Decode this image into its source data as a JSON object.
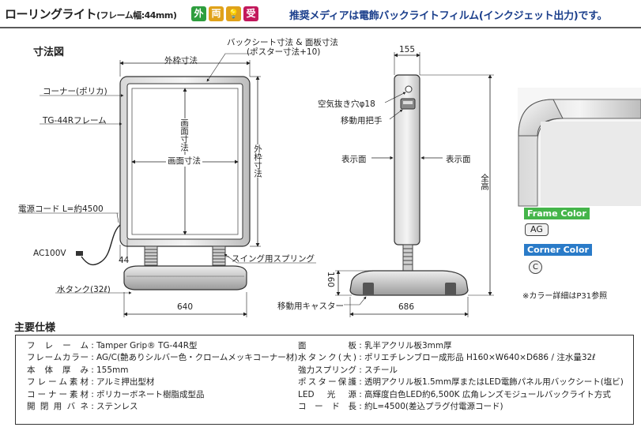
{
  "header": {
    "title_main": "ローリングライト",
    "title_sub": "(フレーム幅:44mm)",
    "badges": [
      {
        "label": "外",
        "color": "#2e9e3e"
      },
      {
        "label": "両",
        "color": "#e0a21a"
      },
      {
        "label": "💡",
        "color": "#e0a21a"
      },
      {
        "label": "受",
        "color": "#c2185b"
      }
    ],
    "recommended": "推奨メディアは電飾バックライトフィルム(インクジェット出力)です。"
  },
  "diagram": {
    "heading": "寸法図",
    "labels": {
      "backsheet": "バックシート寸法 & 面板寸法",
      "poster": "(ポスター寸法+10)",
      "outer_w": "外枠寸法",
      "outer_h": "外枠寸法",
      "corner": "コーナー(ポリカ)",
      "frame": "TG-44Rフレーム",
      "screen": "画面寸法",
      "screen_v": "画面寸法",
      "cord": "電源コード L=約4500",
      "ac": "AC100V",
      "w44": "44",
      "spring": "スイング用スプリング",
      "tank": "水タンク(32ℓ)",
      "w640": "640",
      "d155": "155",
      "air": "空気抜き穴φ18",
      "handle": "移動用把手",
      "face_l": "表示面",
      "face_r": "表示面",
      "total_h": "全高",
      "h160": "160",
      "caster": "移動用キャスター",
      "d686": "686"
    }
  },
  "colors": {
    "frame_label": "Frame Color",
    "frame_value": "AG",
    "corner_label": "Corner Color",
    "corner_value": "C",
    "note": "※カラー詳細はP31参照",
    "frame_chip": "#45b54a",
    "corner_chip": "#2a7bc8"
  },
  "specs": {
    "heading": "主要仕様",
    "left": [
      {
        "k": "フレーム",
        "v": "Tamper Grip® TG-44R型"
      },
      {
        "k": "フレームカラー",
        "v": "AG/C(艶ありシルバー色・クロームメッキコーナー材)"
      },
      {
        "k": "本体厚み",
        "v": "155mm"
      },
      {
        "k": "フレーム素材",
        "v": "アルミ押出型材"
      },
      {
        "k": "コーナー素材",
        "v": "ポリカーボネート樹脂成型品"
      },
      {
        "k": "開閉用バネ",
        "v": "ステンレス"
      }
    ],
    "right": [
      {
        "k": "面板",
        "v": "乳半アクリル板3mm厚"
      },
      {
        "k": "水タンク(大)",
        "v": "ポリエチレンブロー成形品 H160×W640×D686 / 注水量32ℓ"
      },
      {
        "k": "強力スプリング",
        "v": "スチール"
      },
      {
        "k": "ポスター保護",
        "v": "透明アクリル板1.5mm厚またはLED電飾パネル用バックシート(塩ビ)"
      },
      {
        "k": "LED光源",
        "v": "高輝度白色LED約6,500K 広角レンズモジュールバックライト方式"
      },
      {
        "k": "コード長",
        "v": "約L=4500(差込プラグ付電源コード)"
      }
    ]
  }
}
